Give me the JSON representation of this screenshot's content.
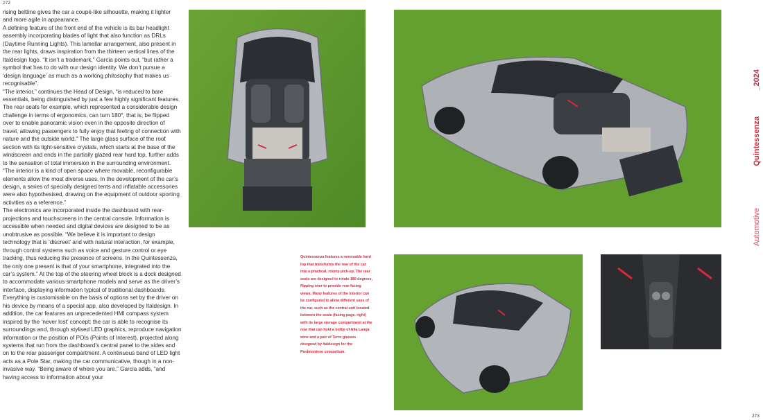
{
  "page_numbers": {
    "left": "272",
    "right": "273"
  },
  "body_paragraphs": [
    "rising beltline gives the car a coupé-like silhouette, making it lighter and more agile in appearance.",
    "A defining feature of the front end of the vehicle is its bar headlight assembly incorporating blades of light that also function as DRLs (Daytime Running Lights). This lamellar arrangement, also present in the rear lights, draws inspiration from the thirteen vertical lines of the Italdesign logo. “It isn’t a trademark,” Garcia points out, “but rather a symbol that has to do with our design identity. We don’t pursue a ‘design language’ as much as a working philosophy that makes us recognisable”.",
    "“The interior,” continues the Head of Design, “is reduced to bare essentials, being distinguished by just a few highly significant features. The rear seats for example, which represented a considerable design challenge in terms of ergonomics, can turn 180°, that is, be flipped over to enable panoramic vision even in the opposite direction of travel, allowing passengers to fully enjoy that feeling of connection with nature and the outside world.” The large glass surface of the roof section with its light-sensitive crystals, which starts at the base of the windscreen and ends in the partially glazed rear hard top, further adds to the sensation of total immersion in the surrounding environment.",
    "“The interior is a kind of open space where movable, reconfigurable elements allow the most diverse uses. In the development of the car’s design, a series of specially designed tents and inflatable accessories were also hypothesised, drawing on the equipment of outdoor sporting activities as a reference.”",
    "The electronics are incorporated inside the dashboard with rear-projections and touchscreens in the central console. Information is accessible when needed and digital devices are designed to be as unobtrusive as possible. “We believe it is important to design technology that is ‘discreet’ and with natural interaction, for example, through control systems such as voice and gesture control or eye tracking, thus reducing the presence of screens. In the Quintessenza, the only one present is that of your smartphone, integrated into the car’s system.” At the top of the steering wheel block is a dock designed to accommodate various smartphone models and serve as the driver’s interface, displaying information typical of traditional dashboards. Everything is customisable on the basis of options set by the driver on his device by means of a special app, also developed by Italdesign. In addition, the car features an unprecedented HMI compass system inspired by the ‘never lost’ concept: the car is able to recognise its surroundings and, through stylised LED graphics, reproduce navigation information or the position of POIs (Points of Interest), projected along systems that run from the dashboard’s central panel to the sides and on to the rear passenger compartment. A continuous band of LED light acts as a Pole Star, making the car communicative, though in a non-invasive way. “Being aware of where you are,” Garcia adds, “and having access to information about your"
  ],
  "caption": "Quintessenza features a removable hard top that transforms the rear of the car into a practical, roomy pick-up. The rear seats are designed to rotate 180 degrees, flipping over to provide rear-facing views. Many features of the interior can be configured to allow different uses of the car, such as the central unit located between the seats (facing page, right) with its large storage compartment at the rear that can hold a bottle of Alta Langa wine and a pair of Terro glasses designed by Italdesign for the Piedmontese consortium.",
  "side_labels": {
    "year": "_2024",
    "brand": "Quintessenza",
    "section": "Automotive"
  },
  "colors": {
    "accent": "#d6283c",
    "grass": "#5f9a2e",
    "car_silver": "#a9adb1"
  }
}
